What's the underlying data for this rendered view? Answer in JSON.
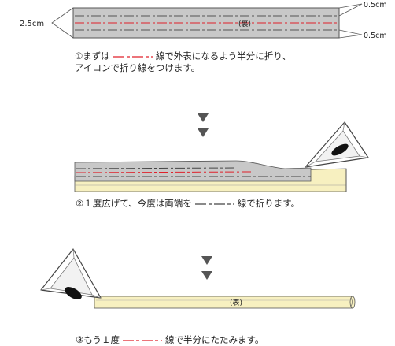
{
  "step1": {
    "width_label": "2.5cm",
    "margin_top_label": "0.5cm",
    "margin_bottom_label": "0.5cm",
    "strip_label": "(裏)",
    "caption_pre": "①まずは",
    "caption_post": "線で外表になるよう半分に折り、",
    "caption_line2": "アイロンで折り線をつけます。"
  },
  "step2": {
    "caption_pre": "②１度広げて、今度は両端を",
    "caption_post": "線で折ります。"
  },
  "step3": {
    "strip_label": "(表)",
    "caption_pre": "③もう１度",
    "caption_post": "線で半分にたたみます。"
  },
  "colors": {
    "strip_gray": "#c8c8c8",
    "strip_cream": "#f7f0c0",
    "fold_red": "#e0202a",
    "fold_dark": "#444444",
    "arrow": "#555555"
  },
  "icons": [
    "down-arrow-icon",
    "iron-icon"
  ]
}
